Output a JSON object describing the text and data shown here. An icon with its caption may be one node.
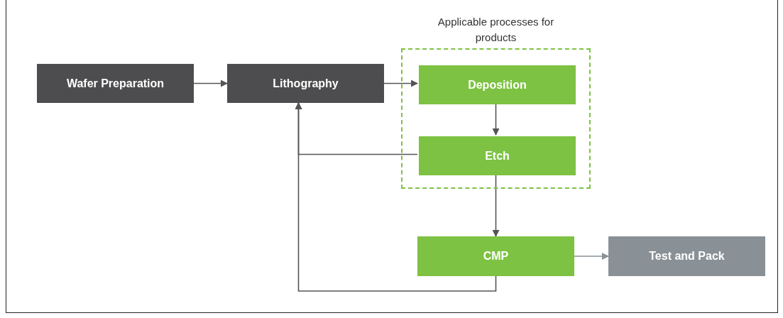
{
  "diagram": {
    "nodes": [
      {
        "text": [
          "Wafer Preparation"
        ]
      },
      {
        "text": [
          "Lithography"
        ]
      },
      {
        "text": [
          "Applicable processes for products"
        ]
      },
      {
        "text": [
          "Deposition"
        ],
        "in": 2
      },
      {
        "text": [
          "Etch"
        ],
        "in": 2
      },
      {
        "text": [
          "CMP"
        ]
      },
      {
        "text": [
          "Test and Pack"
        ]
      }
    ],
    "edges": [
      {
        "from": 0,
        "to": 1,
        "arrow": "to"
      },
      {
        "from": 1,
        "to": 3,
        "arrow": "to"
      },
      {
        "from": 3,
        "to": 4,
        "arrow": "to"
      },
      {
        "from": 4,
        "to": 1,
        "arrow": "to"
      },
      {
        "from": 4,
        "to": 5,
        "arrow": "to"
      },
      {
        "from": 5,
        "to": 6,
        "arrow": "to",
        "color": "#8a9196"
      },
      {
        "from": 5,
        "to": 1,
        "arrow": "to"
      }
    ]
  }
}
